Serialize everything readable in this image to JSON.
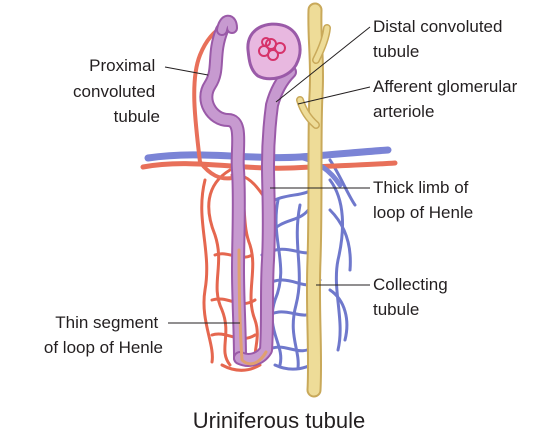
{
  "labels": {
    "proximal": [
      "Proximal",
      "convoluted",
      "tubule"
    ],
    "distal": [
      "Distal convoluted",
      "tubule"
    ],
    "afferent": [
      "Afferent glomerular",
      "arteriole"
    ],
    "thick_limb": [
      "Thick limb of",
      "loop of Henle"
    ],
    "collecting": [
      "Collecting",
      "tubule"
    ],
    "thin_segment": [
      "Thin segment",
      "of loop of Henle"
    ]
  },
  "caption": "Uriniferous tubule",
  "colors": {
    "tubule": "#c79ad0",
    "tubule_edge": "#9a5aa8",
    "artery": "#e8705a",
    "vein": "#7b84d6",
    "collecting_duct": "#eedc98",
    "collecting_edge": "#c9a95a",
    "glomerulus": "#d6336b",
    "text": "#231f20"
  }
}
